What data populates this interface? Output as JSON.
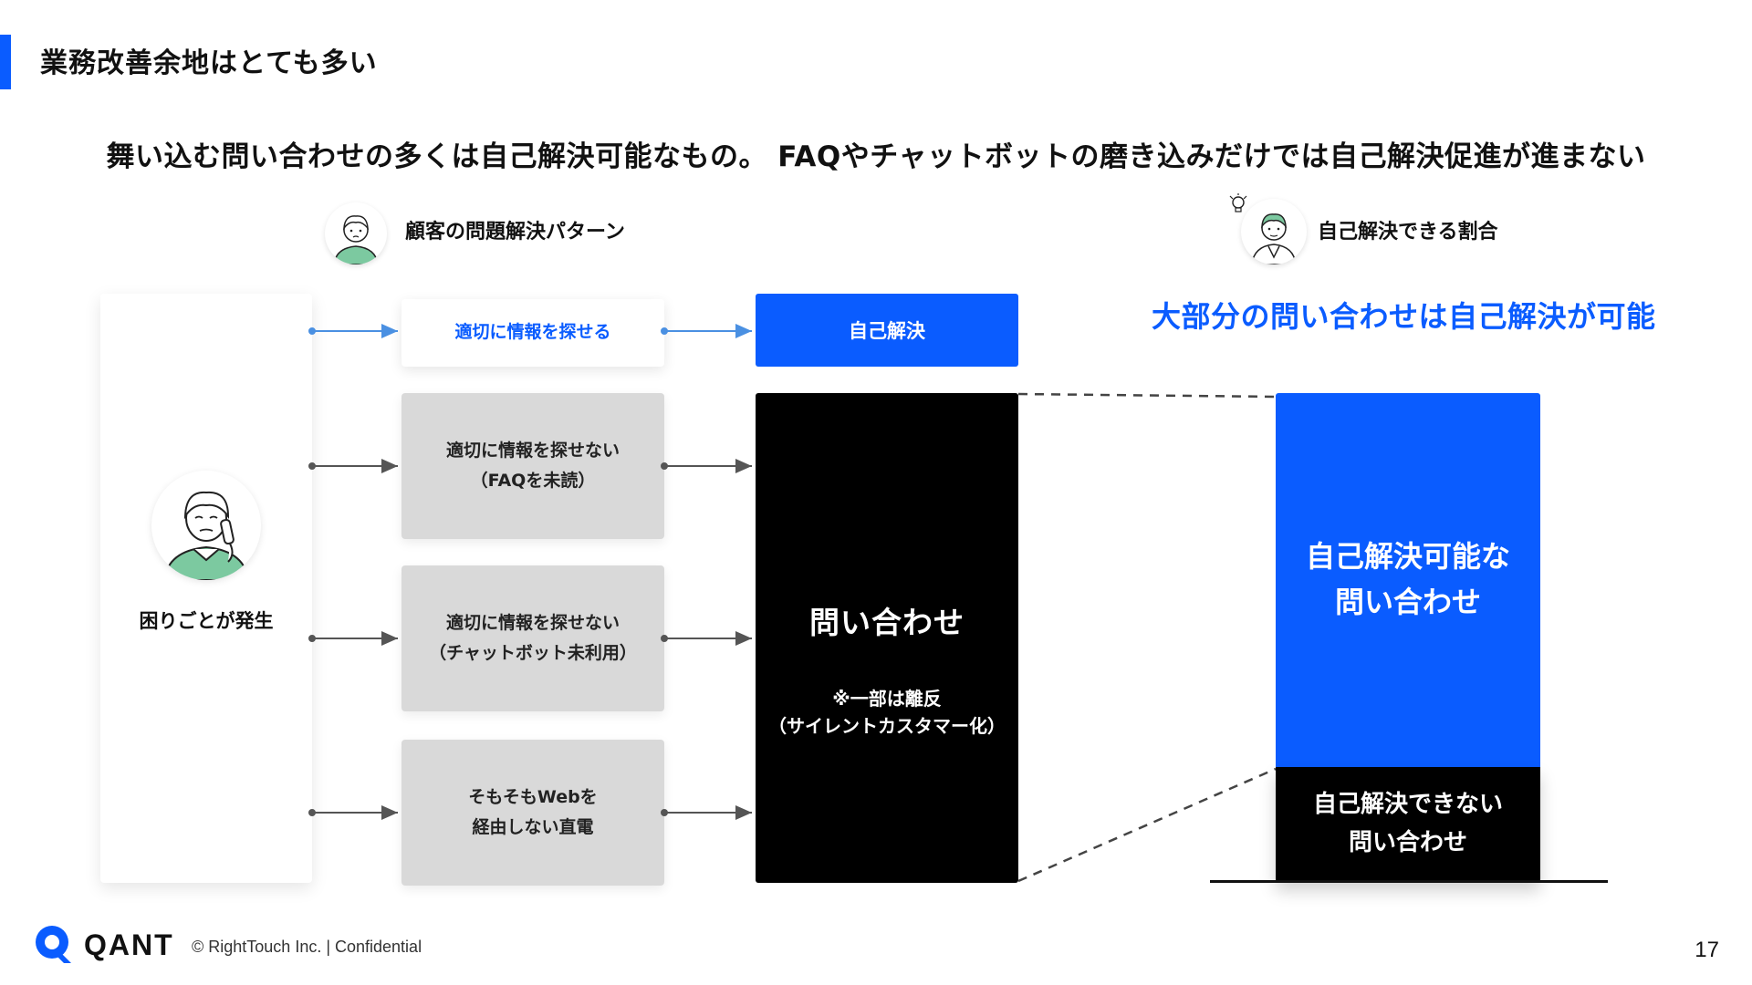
{
  "header": {
    "title": "業務改善余地はとても多い"
  },
  "headline": "舞い込む問い合わせの多くは自己解決可能なもの。 FAQやチャットボットの磨き込みだけでは自己解決促進が進まない",
  "legend": {
    "left_label": "顧客の問題解決パターン",
    "right_label": "自己解決できる割合"
  },
  "flow": {
    "trouble_label": "困りごとが発生",
    "patterns": [
      {
        "line1": "適切に情報を探せる",
        "line2": ""
      },
      {
        "line1": "適切に情報を探せない",
        "line2": "（FAQを未読）"
      },
      {
        "line1": "適切に情報を探せない",
        "line2": "（チャットボット未利用）"
      },
      {
        "line1": "そもそもWebを",
        "line2": "経由しない直電"
      }
    ],
    "result_self_solve": "自己解決",
    "result_inquiry": {
      "title": "問い合わせ",
      "note_line1": "※一部は離反",
      "note_line2": "（サイレントカスタマー化）"
    }
  },
  "breakdown": {
    "callout": "大部分の問い合わせは自己解決が可能",
    "solvable_line1": "自己解決可能な",
    "solvable_line2": "問い合わせ",
    "unsolvable_line1": "自己解決できない",
    "unsolvable_line2": "問い合わせ"
  },
  "footer": {
    "brand": "QANT",
    "copyright": "© RightTouch Inc.  |  Confidential",
    "page_number": "17"
  },
  "colors": {
    "accent": "#0a5cff",
    "dark": "#000000",
    "gray_box": "#d9d9d9",
    "avatar_green": "#7cc9a0"
  },
  "icons": {
    "left_avatar": "worried-person-icon",
    "right_avatar": "thinking-person-with-lightbulb-icon",
    "center_avatar": "person-on-phone-icon",
    "logo": "qant-logo-icon"
  }
}
